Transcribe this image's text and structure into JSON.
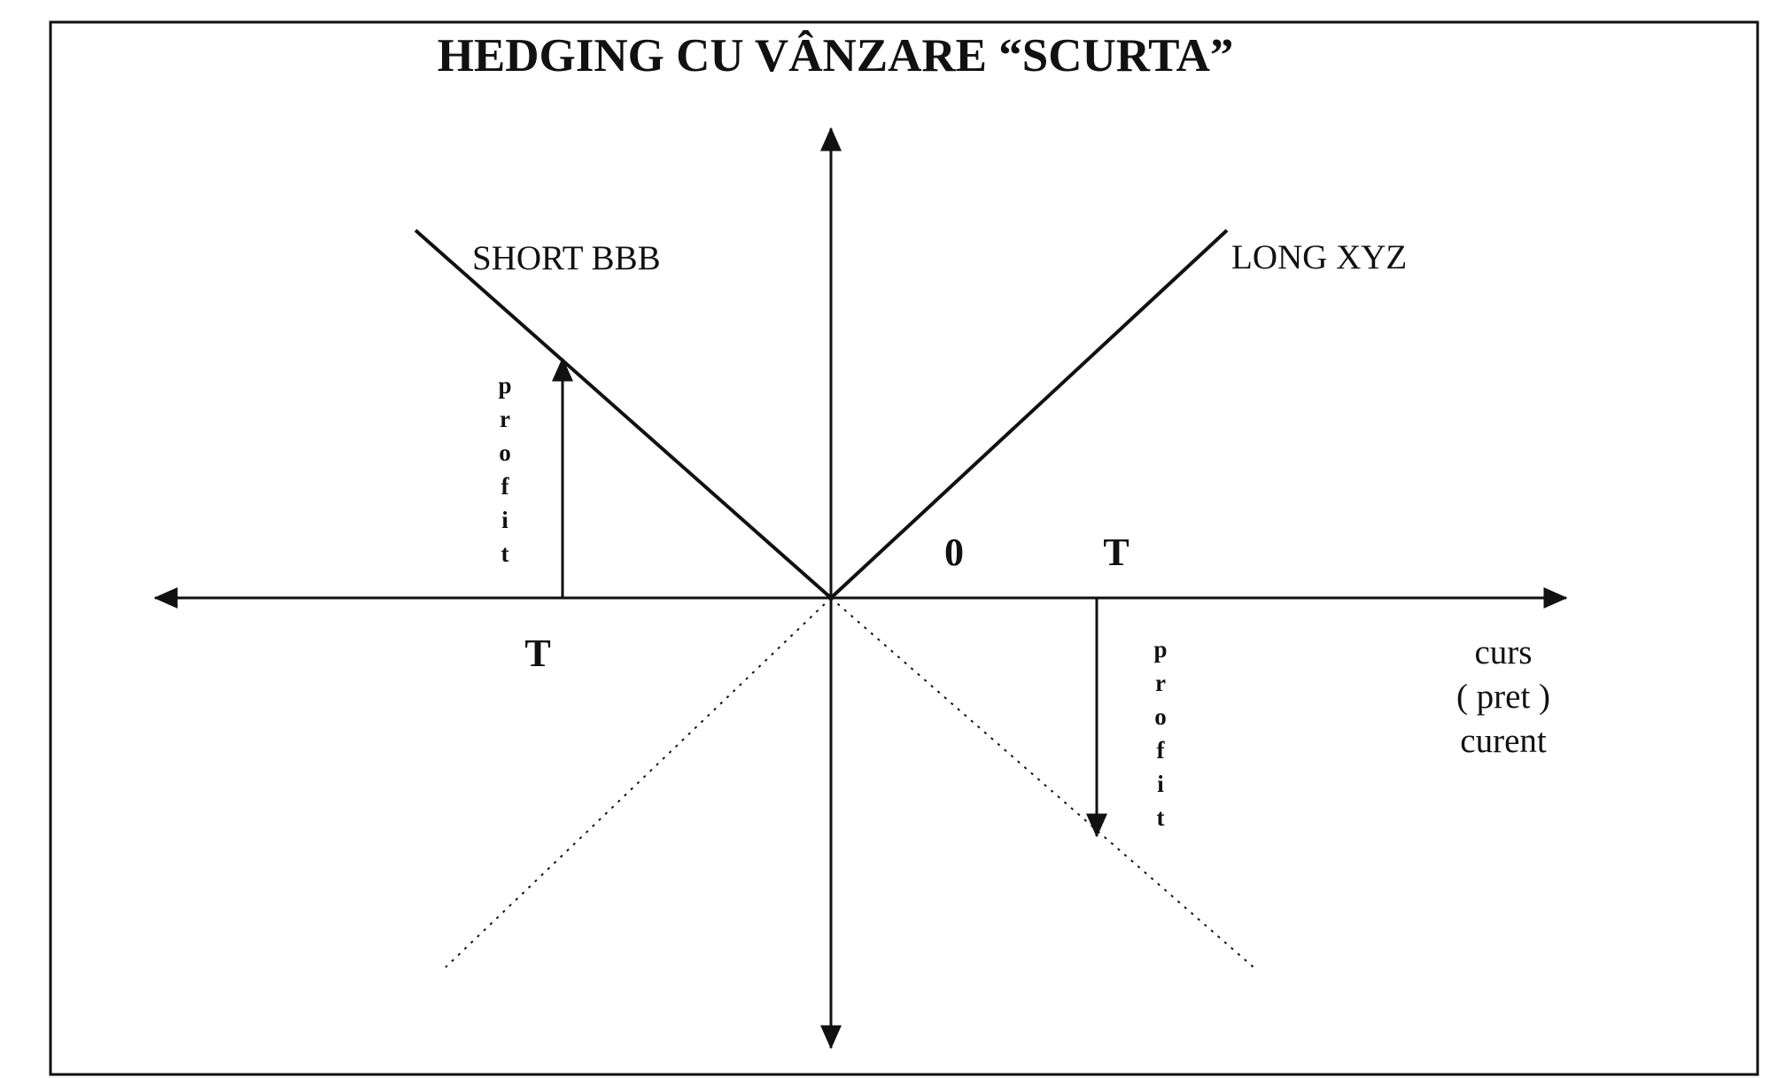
{
  "diagram": {
    "title": "HEDGING CU VÂNZARE “SCURTA”",
    "lines": {
      "short_label": "SHORT BBB",
      "long_label": "LONG XYZ"
    },
    "axis_labels": {
      "zero": "0",
      "t_upper": "T",
      "t_lower": "T",
      "x_axis_line1": "curs",
      "x_axis_line2": "( pret )",
      "x_axis_line3": "curent"
    },
    "profit_left": [
      "p",
      "r",
      "o",
      "f",
      "i",
      "t"
    ],
    "profit_right": [
      "p",
      "r",
      "o",
      "f",
      "i",
      "t"
    ]
  }
}
